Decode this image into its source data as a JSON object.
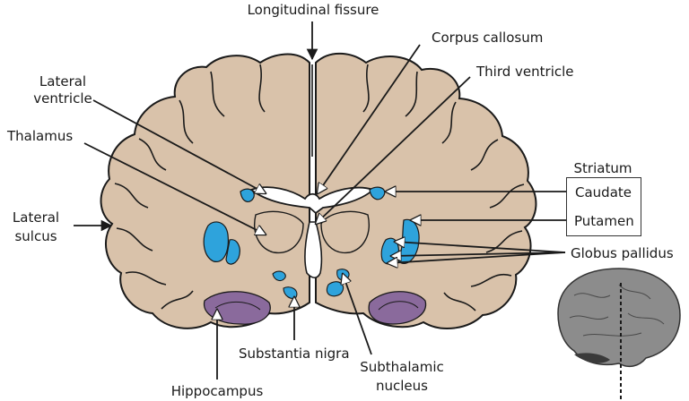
{
  "labels": {
    "longitudinal_fissure": "Longitudinal fissure",
    "corpus_callosum": "Corpus callosum",
    "third_ventricle": "Third ventricle",
    "lateral_ventricle_1": "Lateral",
    "lateral_ventricle_2": "ventricle",
    "thalamus": "Thalamus",
    "lateral_sulcus_1": "Lateral",
    "lateral_sulcus_2": "sulcus",
    "striatum": "Striatum",
    "caudate": "Caudate",
    "putamen": "Putamen",
    "globus_pallidus": "Globus pallidus",
    "substantia_nigra": "Substantia nigra",
    "subthalamic_1": "Subthalamic",
    "subthalamic_2": "nucleus",
    "hippocampus": "Hippocampus"
  },
  "colors": {
    "tissue": "#d9c2aa",
    "outline": "#1a1a1a",
    "basal_ganglia": "#2ea3dc",
    "hippocampus": "#8a6a9c",
    "brain_thumbnail": "#8c8c8c"
  }
}
